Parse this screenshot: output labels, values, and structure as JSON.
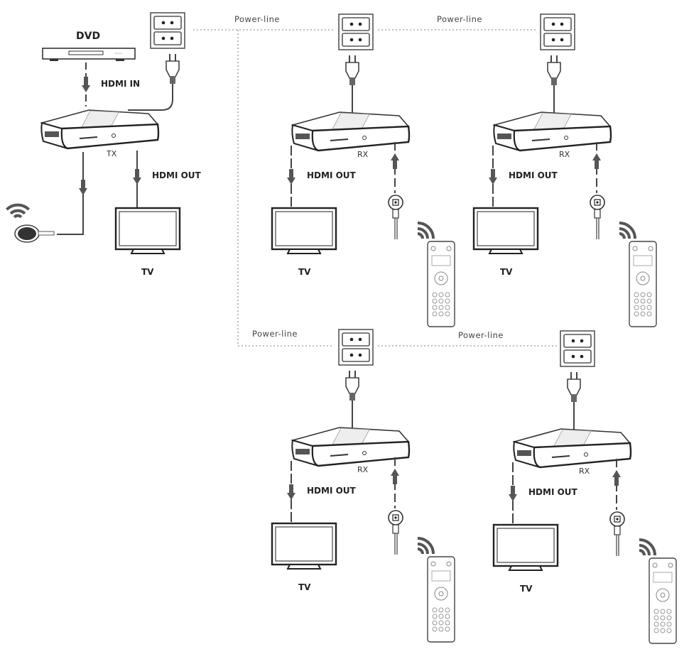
{
  "colors": {
    "line": "#444444",
    "arrow": "#555555",
    "powerline": "#999999"
  },
  "tx": {
    "source_label": "DVD",
    "hdmi_in_label": "HDMI IN",
    "device_label": "TX",
    "hdmi_out_label": "HDMI OUT",
    "tv_label": "TV"
  },
  "powerline_labels": [
    "Power-line",
    "Power-line",
    "Power-line",
    "Power-line"
  ],
  "receivers": [
    {
      "device_label": "RX",
      "hdmi_out_label": "HDMI OUT",
      "tv_label": "TV"
    },
    {
      "device_label": "RX",
      "hdmi_out_label": "HDMI OUT",
      "tv_label": "TV"
    },
    {
      "device_label": "RX",
      "hdmi_out_label": "HDMI OUT",
      "tv_label": "TV"
    },
    {
      "device_label": "RX",
      "hdmi_out_label": "HDMI OUT",
      "tv_label": "TV"
    }
  ],
  "icons": [
    "power-outlet-icon",
    "power-plug-icon",
    "extender-box-icon",
    "tv-icon",
    "ir-sensor-icon",
    "remote-control-icon",
    "wireless-signal-icon",
    "ir-emitter-icon",
    "dvd-player-icon"
  ]
}
